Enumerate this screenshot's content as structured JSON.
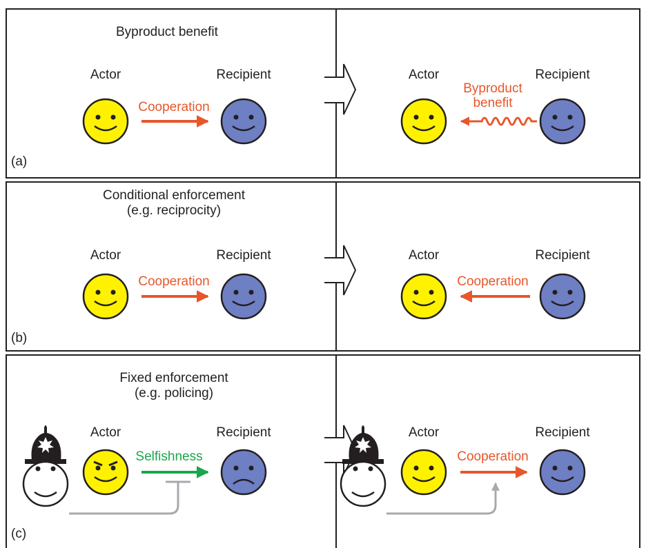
{
  "colors": {
    "actor_face": "#fff200",
    "recipient_face": "#6f7fc4",
    "orange_arrow": "#e8562a",
    "green_arrow": "#1aa64a",
    "grey_link": "#a7a9ac",
    "outline": "#231f20"
  },
  "panel_a": {
    "title": "Byproduct benefit",
    "tag": "(a)",
    "left": {
      "actor_label": "Actor",
      "recipient_label": "Recipient",
      "arrow_label": "Cooperation"
    },
    "right": {
      "actor_label": "Actor",
      "recipient_label": "Recipient",
      "arrow_label_line1": "Byproduct",
      "arrow_label_line2": "benefit"
    }
  },
  "panel_b": {
    "title_line1": "Conditional enforcement",
    "title_line2": "(e.g. reciprocity)",
    "tag": "(b)",
    "left": {
      "actor_label": "Actor",
      "recipient_label": "Recipient",
      "arrow_label": "Cooperation"
    },
    "right": {
      "actor_label": "Actor",
      "recipient_label": "Recipient",
      "arrow_label": "Cooperation"
    }
  },
  "panel_c": {
    "title_line1": "Fixed enforcement",
    "title_line2": "(e.g. policing)",
    "tag": "(c)",
    "left": {
      "actor_label": "Actor",
      "recipient_label": "Recipient",
      "arrow_label": "Selfishness"
    },
    "right": {
      "actor_label": "Actor",
      "recipient_label": "Recipient",
      "arrow_label": "Cooperation"
    }
  },
  "icons": [
    "happy-face-icon",
    "angry-face-icon",
    "sad-face-icon",
    "police-officer-icon",
    "transition-arrow-icon",
    "wavy-arrow-icon"
  ]
}
